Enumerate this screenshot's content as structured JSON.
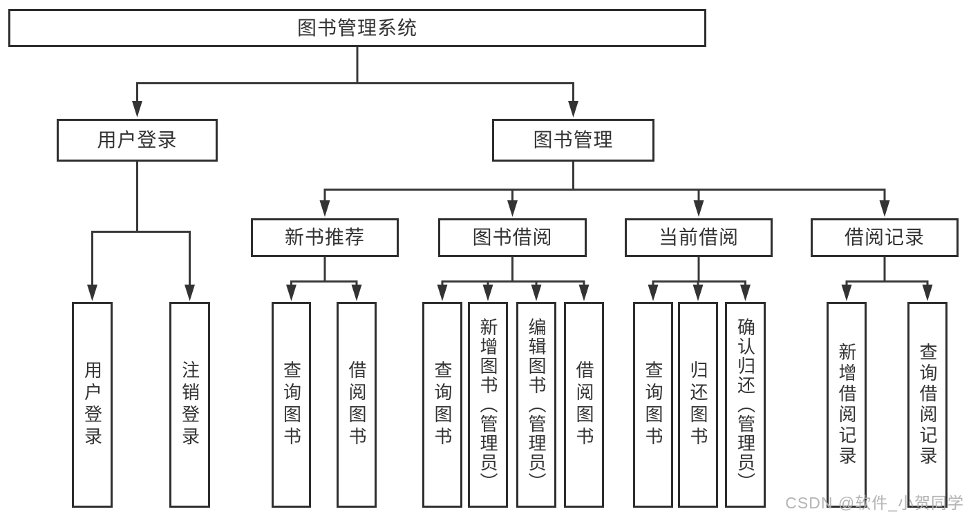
{
  "diagram_title": "图书管理系统",
  "tree": {
    "root": {
      "label": "图书管理系统",
      "children": [
        {
          "label": "用户登录",
          "children": [
            {
              "label": "用户登录"
            },
            {
              "label": "注销登录"
            }
          ]
        },
        {
          "label": "图书管理",
          "children": [
            {
              "label": "新书推荐",
              "children": [
                {
                  "label": "查询图书"
                },
                {
                  "label": "借阅图书"
                }
              ]
            },
            {
              "label": "图书借阅",
              "children": [
                {
                  "label": "查询图书"
                },
                {
                  "label": "新增图书（管理员）"
                },
                {
                  "label": "编辑图书（管理员）"
                },
                {
                  "label": "借阅图书"
                }
              ]
            },
            {
              "label": "当前借阅",
              "children": [
                {
                  "label": "查询图书"
                },
                {
                  "label": "归还图书"
                },
                {
                  "label": "确认归还（管理员）"
                }
              ]
            },
            {
              "label": "借阅记录",
              "children": [
                {
                  "label": "新增借阅记录"
                },
                {
                  "label": "查询借阅记录"
                }
              ]
            }
          ]
        }
      ]
    }
  },
  "watermark": {
    "text": "CSDN @软件_小贺同学"
  },
  "colors": {
    "line": "#383838",
    "box_border": "#2e2e2e",
    "text": "#333333",
    "watermark": "#b0b0b0",
    "background": "#ffffff"
  }
}
